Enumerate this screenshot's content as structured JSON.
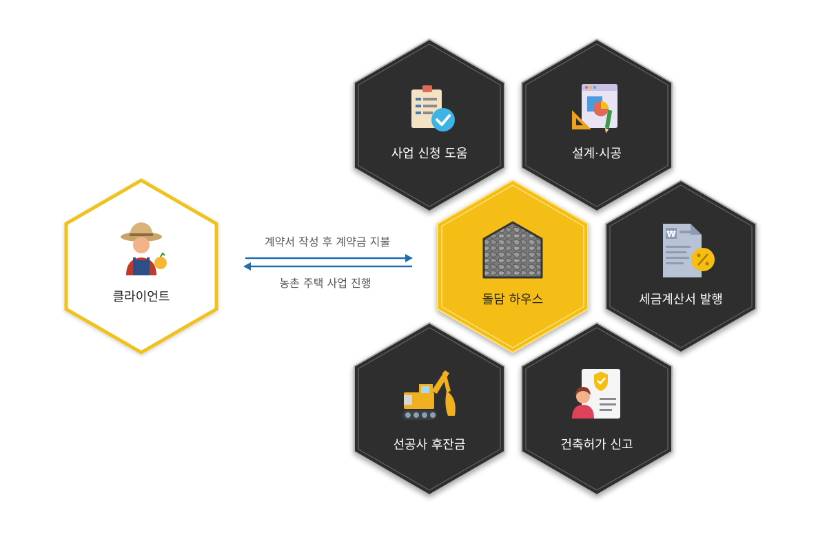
{
  "colors": {
    "accent": "#F5BE12",
    "hex_dark": "#2f2f2f",
    "arrow": "#1f6fb0",
    "client_border": "#F2C21B"
  },
  "client": {
    "label": "클라이언트",
    "icon": "farmer-icon"
  },
  "flow": {
    "forward_label": "계약서 작성 후 계약금 지불",
    "backward_label": "농촌 주택 사업 진행"
  },
  "center": {
    "label": "돌담 하우스",
    "icon": "stone-house-icon"
  },
  "services": [
    {
      "id": "application",
      "label": "사업 신청 도움",
      "icon": "clipboard-check-icon"
    },
    {
      "id": "design",
      "label": "설계·시공",
      "icon": "design-tools-icon"
    },
    {
      "id": "tax",
      "label": "세금계산서 발행",
      "icon": "won-invoice-icon"
    },
    {
      "id": "construction",
      "label": "선공사 후잔금",
      "icon": "excavator-icon"
    },
    {
      "id": "permit",
      "label": "건축허가 신고",
      "icon": "permit-document-icon"
    }
  ]
}
